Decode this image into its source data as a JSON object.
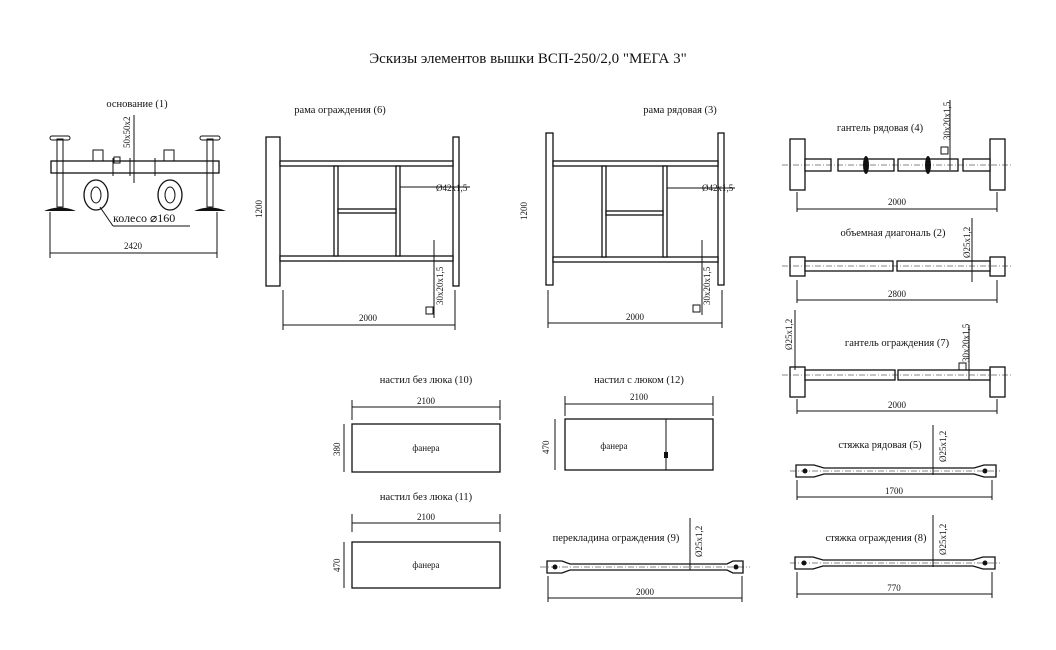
{
  "title": "Эскизы элементов вышки ВСП-250/2,0 \"МЕГА 3\"",
  "elements": {
    "base": {
      "label": "основание (1)",
      "profile": "50x50x2",
      "wheel": "колесо",
      "wheel_diameter": "160",
      "length": "2420"
    },
    "guard_frame": {
      "label": "рама ограждения (6)",
      "pipe": "Ø42x1,5",
      "profile": "30x20x1,5",
      "height": "1200",
      "length": "2000"
    },
    "row_frame": {
      "label": "рама рядовая (3)",
      "pipe": "Ø42x1,5",
      "profile": "30x20x1,5",
      "height": "1200",
      "length": "2000"
    },
    "row_dumbbell": {
      "label": "гантель рядовая (4)",
      "profile": "30x20x1,5",
      "length": "2000"
    },
    "volume_diagonal": {
      "label": "объемная диагональ (2)",
      "pipe": "Ø25x1,2",
      "length": "2800"
    },
    "guard_dumbbell": {
      "label": "гантель ограждения (7)",
      "profile": "30x20x1,5",
      "pipe": "Ø25x1,2",
      "length": "2000"
    },
    "row_tie": {
      "label": "стяжка рядовая (5)",
      "pipe": "Ø25x1,2",
      "length": "1700"
    },
    "guard_tie": {
      "label": "стяжка ограждения (8)",
      "pipe": "Ø25x1,2",
      "length": "770"
    },
    "deck_10": {
      "label": "настил без люка (10)",
      "material": "фанера",
      "length": "2100",
      "width": "380"
    },
    "deck_12": {
      "label": "настил с люком (12)",
      "material": "фанера",
      "length": "2100",
      "width": "470"
    },
    "deck_11": {
      "label": "настил без люка (11)",
      "material": "фанера",
      "length": "2100",
      "width": "470"
    },
    "guard_crossbar": {
      "label": "перекладина ограждения (9)",
      "pipe": "Ø25x1,2",
      "length": "2000"
    }
  }
}
